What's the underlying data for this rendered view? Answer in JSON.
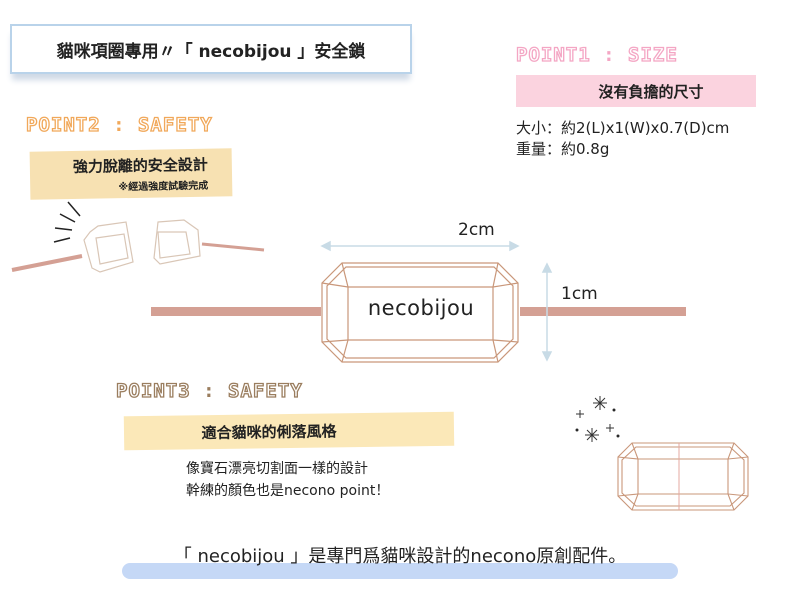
{
  "title": "貓咪項圈專用〃「 necobijou 」安全鎖",
  "point1": {
    "label": "POINT1",
    "sep": ":",
    "topic": "SIZE",
    "headline": "沒有負擔的尺寸",
    "size": "大小：約2(L)x1(W)x0.7(D)cm",
    "weight": "重量：約0.8g"
  },
  "point2": {
    "label": "POINT2",
    "sep": ":",
    "topic": "SAFETY",
    "headline": "強力脫離的安全設計",
    "note": "※經過強度試驗完成"
  },
  "point3": {
    "label": "POINT3",
    "sep": ":",
    "topic": "SAFETY",
    "headline": "適合貓咪的俐落風格",
    "line1": "像寶石漂亮切割面一樣的設計",
    "line2": "幹練的顏色也是necono point！"
  },
  "diagram": {
    "width_label": "2cm",
    "height_label": "1cm",
    "brand": "necobijou"
  },
  "footer": "「 necobijou 」是專門爲貓咪設計的necono原創配件。",
  "colors": {
    "cord": "#d4a094",
    "gem_line": "#c9977a",
    "pink": "#fbd3df",
    "yellow": "#f7e1b2",
    "blue": "#c5d8f6"
  }
}
